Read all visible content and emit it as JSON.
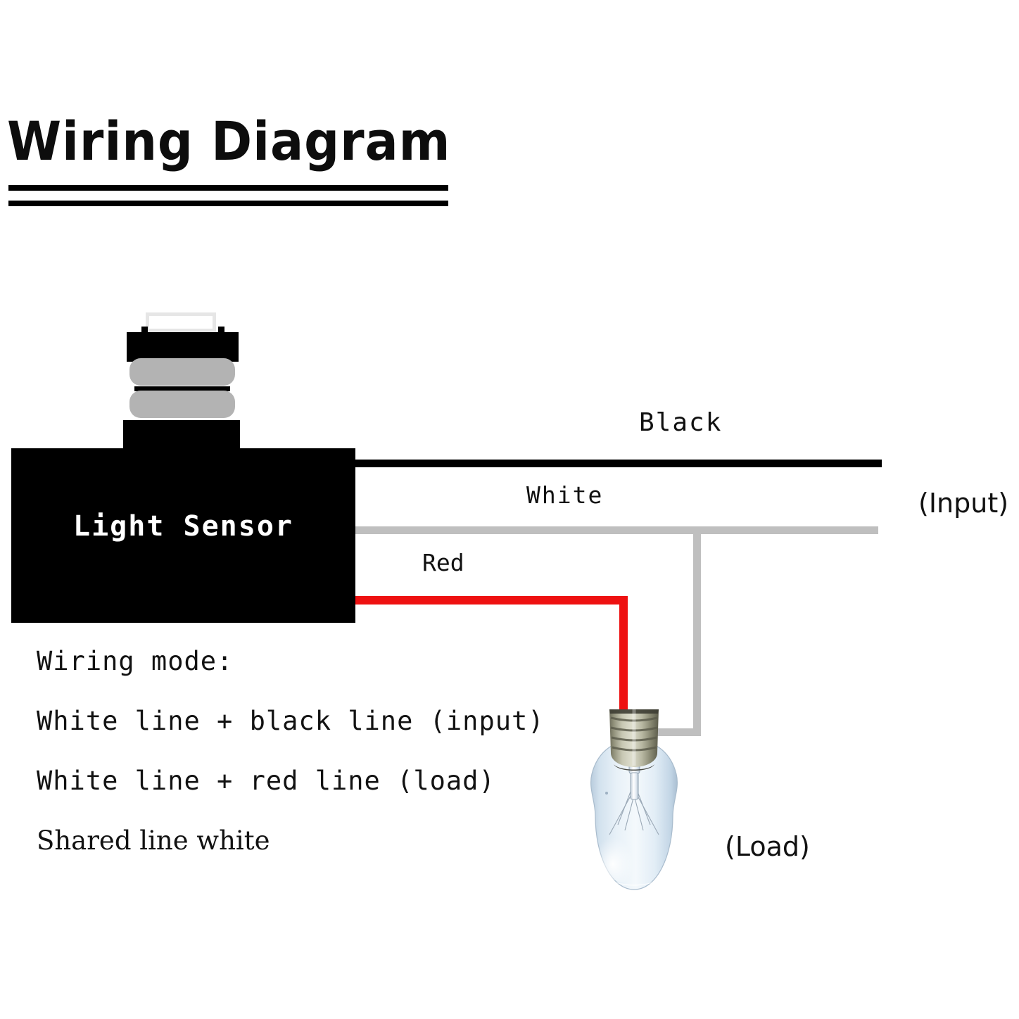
{
  "page": {
    "title": "Wiring Diagram",
    "background_color": "#ffffff"
  },
  "device": {
    "name": "Light Sensor",
    "body_color": "#000000",
    "band_color": "#b3b3b3",
    "window_color": "#ffffff"
  },
  "wires": [
    {
      "id": "black",
      "label": "Black",
      "color": "#000000",
      "function": "input-live"
    },
    {
      "id": "white",
      "label": "White",
      "color": "#bfbfbf",
      "function": "shared-neutral"
    },
    {
      "id": "red",
      "label": "Red",
      "color": "#ee1111",
      "function": "load-switched"
    }
  ],
  "terminals": {
    "input_label": "(Input)",
    "load_label": "(Load)"
  },
  "load": {
    "name": "light-bulb",
    "glass_color": "#dce8f2",
    "base_color": "#9c9c82"
  },
  "notes": {
    "heading": "Wiring mode:",
    "lines": [
      "White line + black line (input)",
      "White line + red line (load)",
      "Shared line white"
    ]
  }
}
